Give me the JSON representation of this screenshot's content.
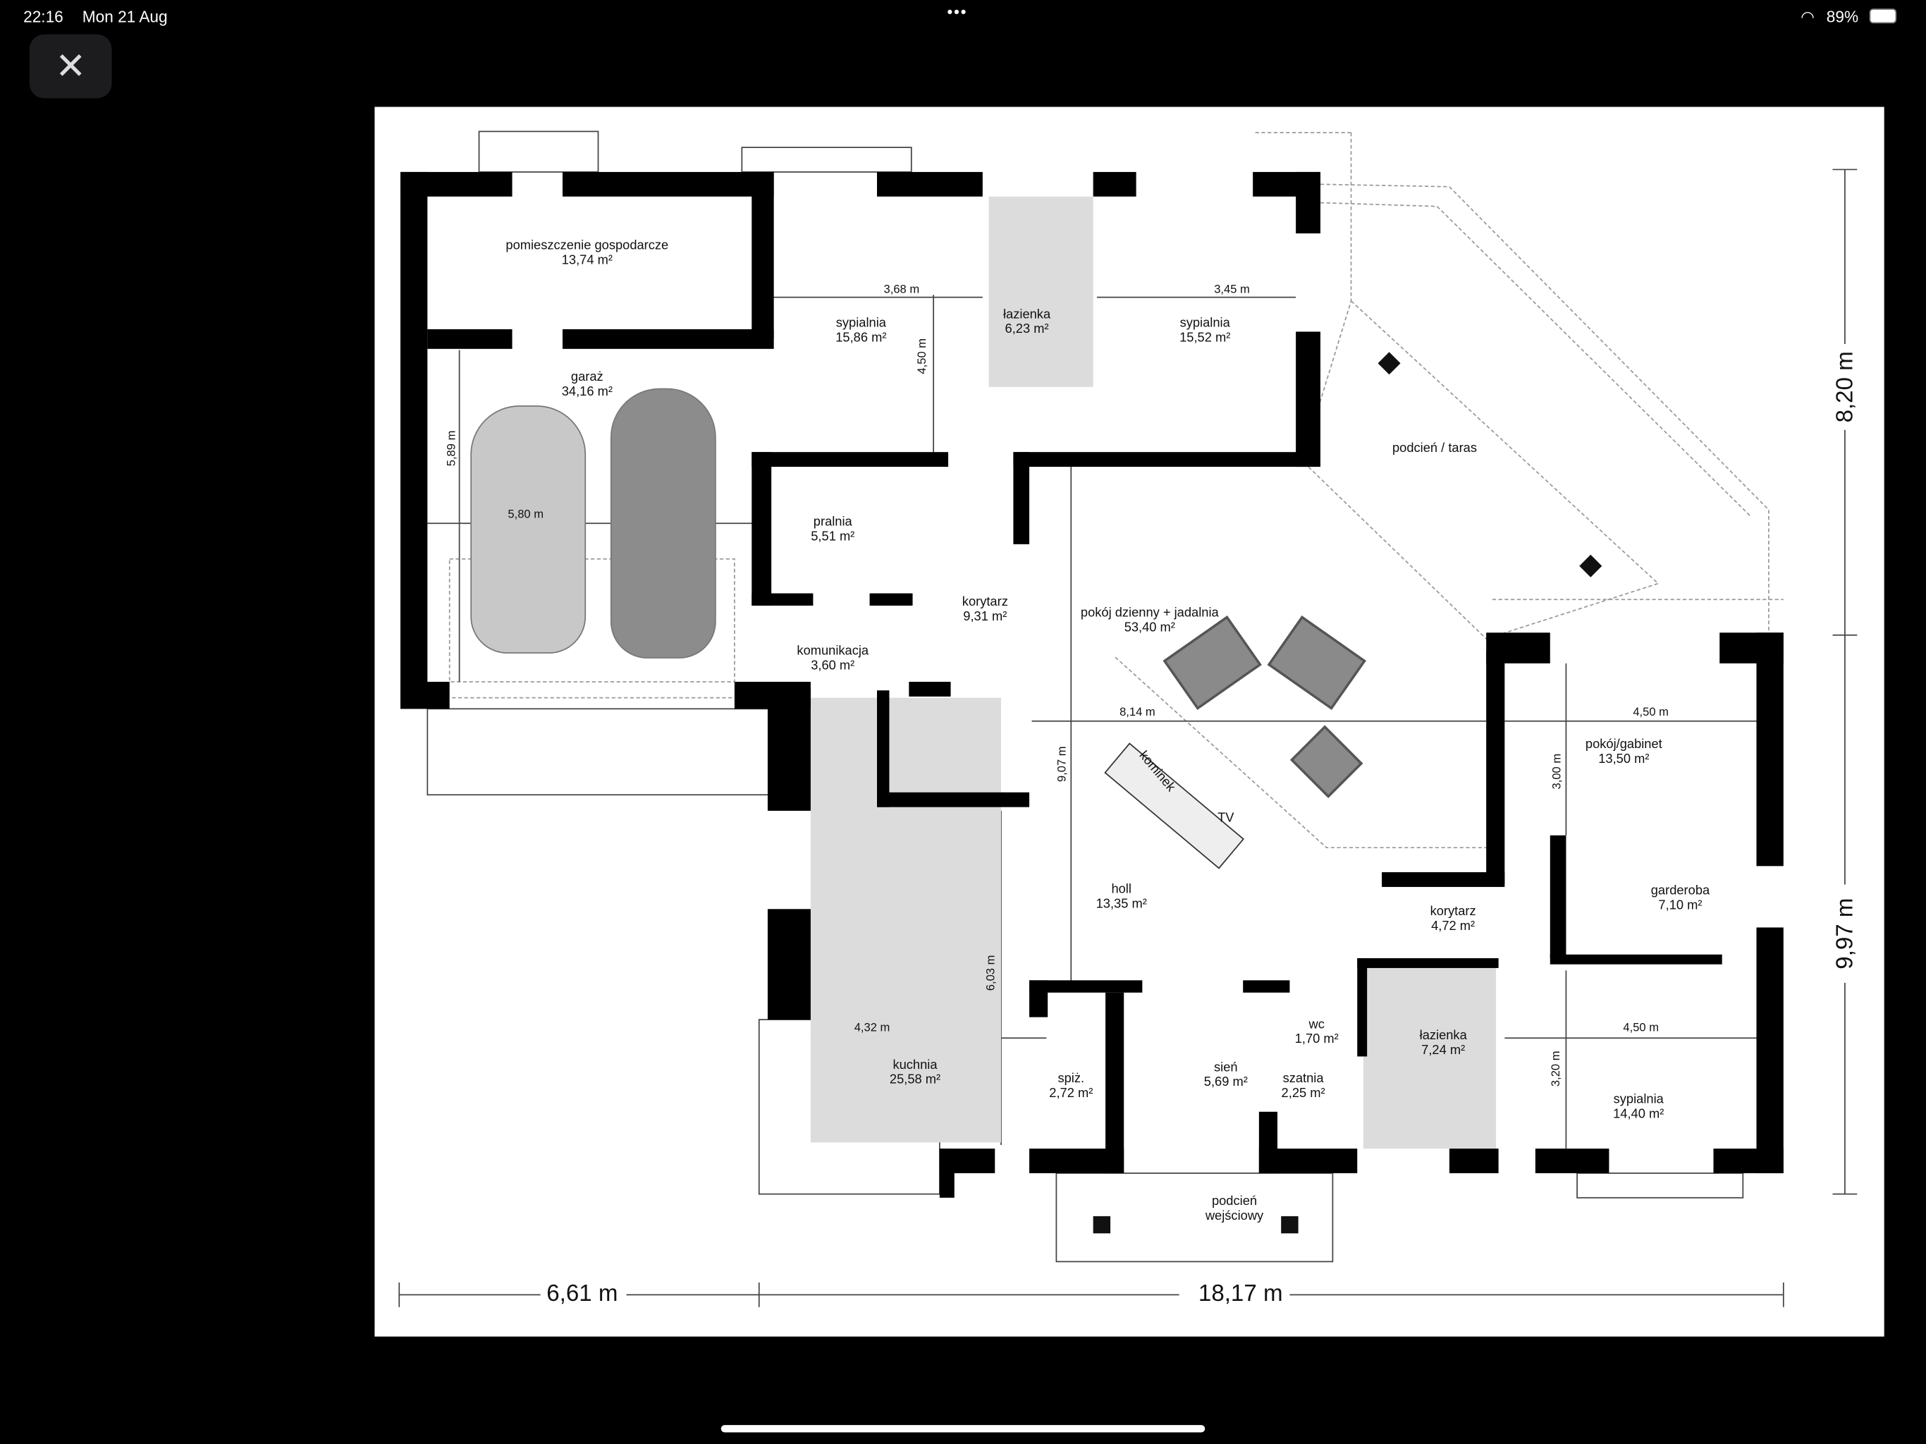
{
  "status_bar": {
    "time": "22:16",
    "date": "Mon 21 Aug",
    "battery": "89%",
    "wifi_icon": "wifi-icon",
    "more_icon": "more-dots-icon"
  },
  "viewer": {
    "close_icon": "close-icon",
    "close_glyph": "✕"
  },
  "rooms": {
    "gospodarcze": {
      "name": "pomieszczenie gospodarcze",
      "area": "13,74 m²"
    },
    "garaz": {
      "name": "garaż",
      "area": "34,16 m²"
    },
    "sypialnia1": {
      "name": "sypialnia",
      "area": "15,86 m²"
    },
    "lazienka1": {
      "name": "łazienka",
      "area": "6,23 m²"
    },
    "sypialnia2": {
      "name": "sypialnia",
      "area": "15,52 m²"
    },
    "taras": {
      "name": "podcień / taras"
    },
    "pralnia": {
      "name": "pralnia",
      "area": "5,51 m²"
    },
    "korytarz1": {
      "name": "korytarz",
      "area": "9,31 m²"
    },
    "dzienny": {
      "name": "pokój dzienny + jadalnia",
      "area": "53,40 m²"
    },
    "komunikacja": {
      "name": "komunikacja",
      "area": "3,60 m²"
    },
    "gabinet": {
      "name": "pokój/gabinet",
      "area": "13,50 m²"
    },
    "holl": {
      "name": "holl",
      "area": "13,35 m²"
    },
    "garderoba": {
      "name": "garderoba",
      "area": "7,10 m²"
    },
    "korytarz2": {
      "name": "korytarz",
      "area": "4,72 m²"
    },
    "wc": {
      "name": "wc",
      "area": "1,70 m²"
    },
    "lazienka2": {
      "name": "łazienka",
      "area": "7,24 m²"
    },
    "kuchnia": {
      "name": "kuchnia",
      "area": "25,58 m²"
    },
    "spiz": {
      "name": "spiż.",
      "area": "2,72 m²"
    },
    "sien": {
      "name": "sień",
      "area": "5,69 m²"
    },
    "szatnia": {
      "name": "szatnia",
      "area": "2,25 m²"
    },
    "sypialnia3": {
      "name": "sypialnia",
      "area": "14,40 m²"
    },
    "wejsciowy": {
      "name": "podcień",
      "name2": "wejściowy"
    }
  },
  "fixtures": {
    "kominek": "kominek",
    "tv": "TV"
  },
  "dimensions": {
    "garaz_h": "5,89 m",
    "garaz_w": "5,80 m",
    "syp1_w": "3,68 m",
    "syp1_h": "4,50 m",
    "syp2_w": "3,45 m",
    "dzienny_w": "8,14 m",
    "gabinet_w": "4,50 m",
    "gabinet_h": "3,00 m",
    "dzienny_h": "9,07 m",
    "kuchnia_h": "6,03 m",
    "kuchnia_w": "4,32 m",
    "syp3_w": "4,50 m",
    "syp3_h": "3,20 m",
    "total_left": "6,61 m",
    "total_right": "18,17 m",
    "total_top": "8,20 m",
    "total_bottom": "9,97 m"
  }
}
